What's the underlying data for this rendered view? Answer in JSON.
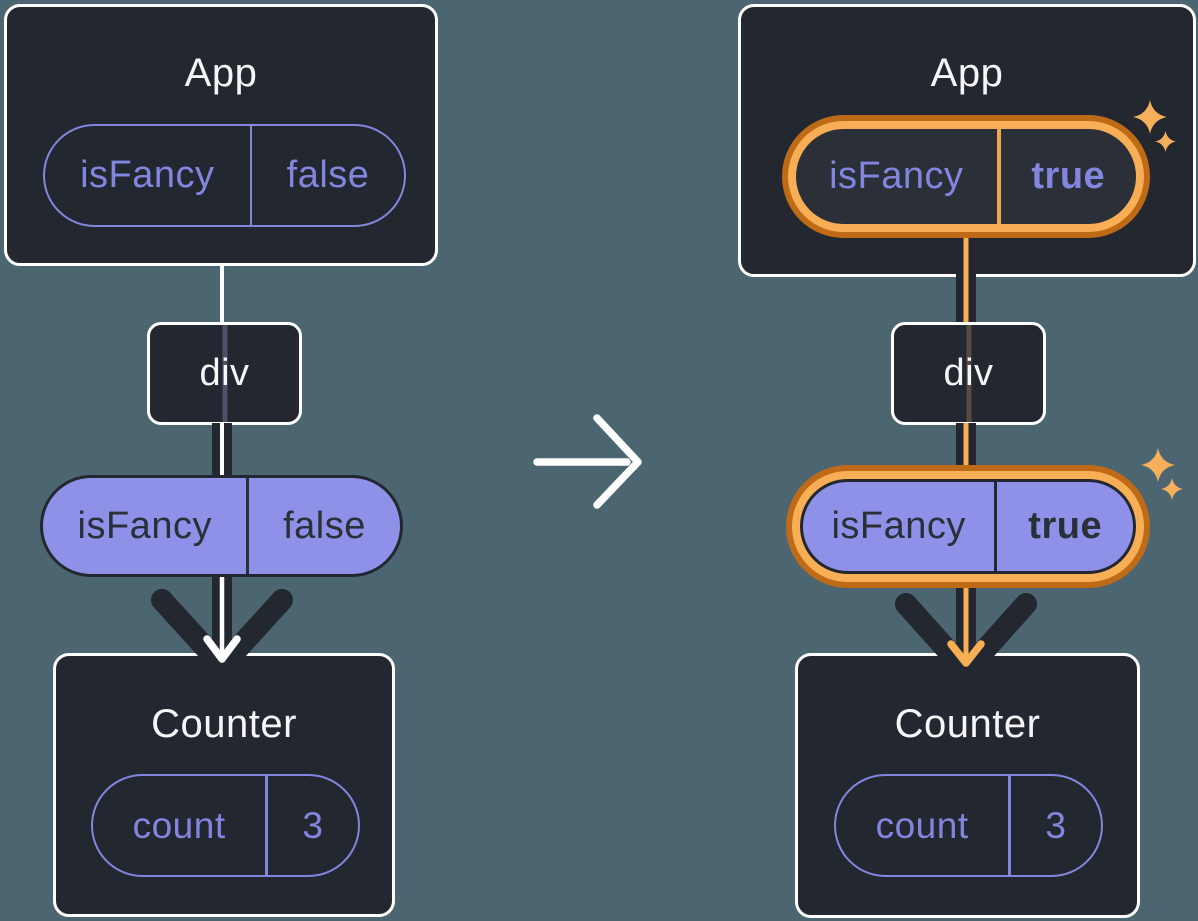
{
  "colors": {
    "background": "#4C6671",
    "card_dark": "#23272F",
    "card_border": "#FFFFFF",
    "purple_outline": "#8286DE",
    "purple_fill": "#8F91E8",
    "dark_text_on_purple": "#2B2F38",
    "highlight_orange_outer": "#BF6A17",
    "highlight_orange_inner": "#F7AE55",
    "sparkle": "#F6B05C",
    "arrow_dark": "#23272F",
    "arrow_white": "#FFFFFF"
  },
  "before": {
    "app_title": "App",
    "app_state": {
      "name": "isFancy",
      "value": "false"
    },
    "div_label": "div",
    "passed_prop": {
      "name": "isFancy",
      "value": "false"
    },
    "counter_title": "Counter",
    "counter_state": {
      "name": "count",
      "value": "3"
    }
  },
  "after": {
    "app_title": "App",
    "app_state": {
      "name": "isFancy",
      "value": "true"
    },
    "div_label": "div",
    "passed_prop": {
      "name": "isFancy",
      "value": "true"
    },
    "counter_title": "Counter",
    "counter_state": {
      "name": "count",
      "value": "3"
    }
  }
}
